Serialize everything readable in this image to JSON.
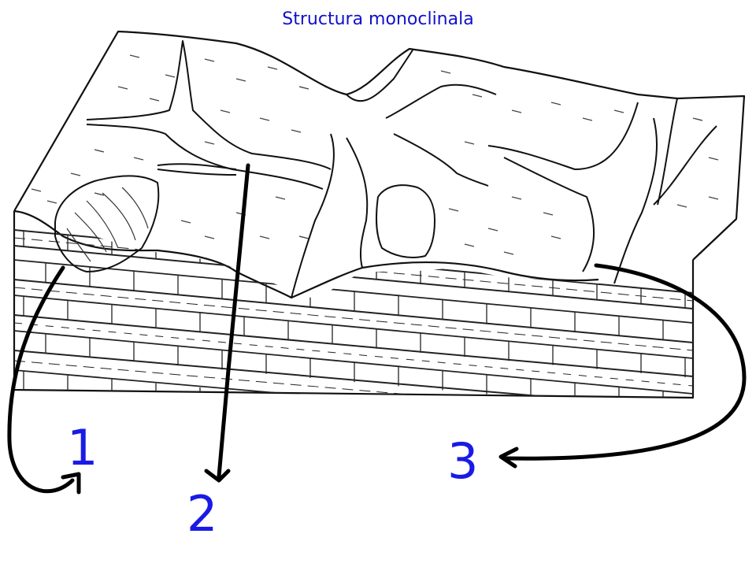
{
  "title": "Structura monoclinala",
  "labels": [
    "1",
    "2",
    "3"
  ],
  "colors": {
    "title": "#1010cc",
    "labels": "#1a1ae6",
    "ink": "#111111",
    "arrow": "#000000"
  }
}
